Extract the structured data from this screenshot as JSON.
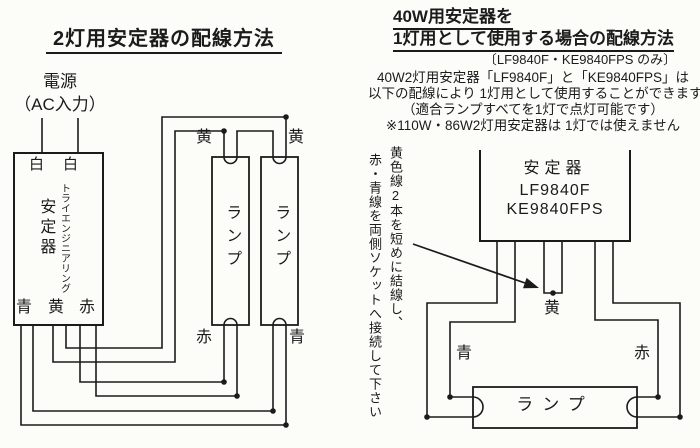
{
  "colors": {
    "ink": "#1b1b1b",
    "paper": "#fcfcf9"
  },
  "left_diagram": {
    "title": "2灯用安定器の配線方法",
    "power_label_line1": "電源",
    "power_label_line2": "（AC入力）",
    "ballast": {
      "terminal_top_left": "白",
      "terminal_top_right": "白",
      "maker_vertical": "トライエンジニアリング",
      "name_vertical": "安定器",
      "terminal_bottom_blue": "青",
      "terminal_bottom_yellow": "黄",
      "terminal_bottom_red": "赤"
    },
    "lamp1": {
      "label": "ランプ",
      "top_wire_label": "黄",
      "bottom_wire_label": "赤"
    },
    "lamp2": {
      "label": "ランプ",
      "top_wire_label": "黄",
      "bottom_wire_label": "青"
    }
  },
  "right_diagram": {
    "title_line1": "40W用安定器を",
    "title_line2": "1灯用として使用する場合の配線方法",
    "subtitle": "〔LF9840F・KE9840FPS のみ〕",
    "description_line1": "40W2灯用安定器「LF9840F」と「KE9840FPS」は",
    "description_line2": "以下の配線により 1灯用として使用することができます",
    "description_line3": "（適合ランプすべてを1灯で点灯可能です）",
    "description_line4": "※110W・86W2灯用安定器は 1灯では使えません",
    "note_vertical_line1": "黄色線2本を短めに結線し、",
    "note_vertical_line2": "赤・青線を両側ソケットへ接続して下さい",
    "ballast": {
      "name": "安定器",
      "model1": "LF9840F",
      "model2": "KE9840FPS"
    },
    "wire_labels": {
      "yellow": "黄",
      "blue": "青",
      "red": "赤"
    },
    "lamp_label": "ランプ"
  }
}
